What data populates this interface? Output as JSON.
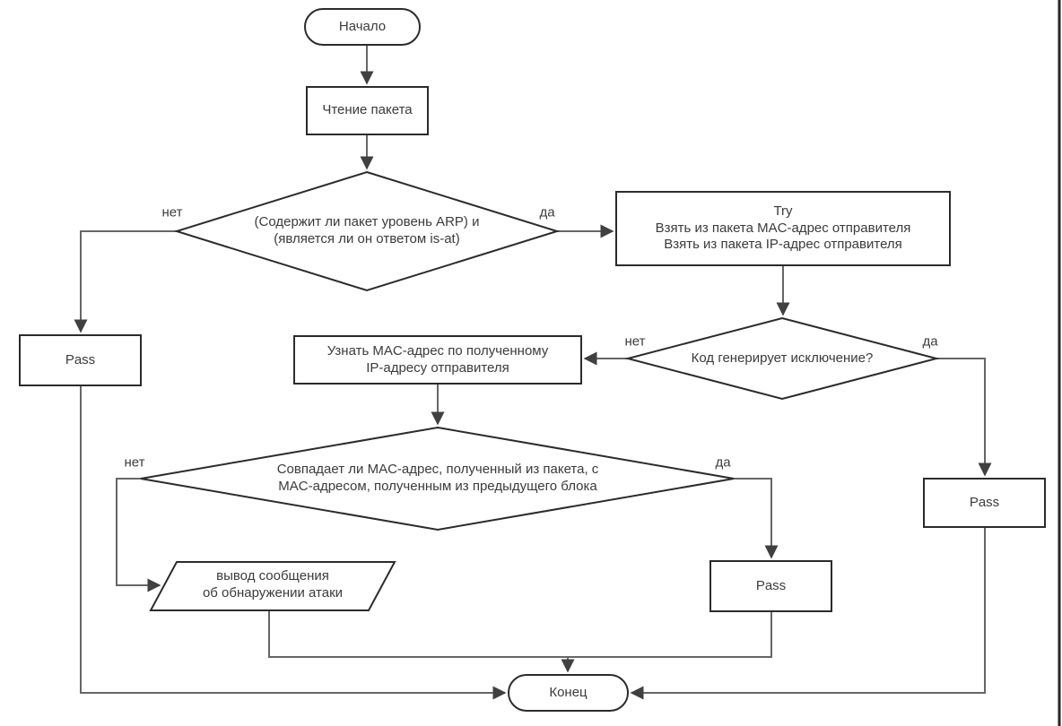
{
  "diagram": {
    "colors": {
      "background": "#ffffff",
      "shape_stroke": "#2b2b2b",
      "connector": "#666666",
      "text": "#3b3b3b"
    },
    "nodes": {
      "start": {
        "type": "terminator",
        "label": "Начало"
      },
      "read_packet": {
        "type": "process",
        "label": "Чтение пакета"
      },
      "decision_arp": {
        "type": "decision",
        "label": "(Содержит ли пакет уровень ARP) и\n(является ли он ответом is-at)"
      },
      "try_block": {
        "type": "process",
        "label": "Try\nВзять из пакета MAC-адрес отправителя\nВзять из пакета IP-адрес отправителя"
      },
      "decision_exception": {
        "type": "decision",
        "label": "Код генерирует исключение?"
      },
      "lookup_mac": {
        "type": "process",
        "label": "Узнать MAC-адрес по полученному\nIP-адресу отправителя"
      },
      "pass_arp_no": {
        "type": "process",
        "label": "Pass"
      },
      "decision_match": {
        "type": "decision",
        "label": "Совпадает ли MAC-адрес, полученный из пакета, с\nMAC-адресом, полученным из предыдущего блока"
      },
      "output_attack": {
        "type": "input-output",
        "label": "вывод сообщения\nоб обнаружении атаки"
      },
      "pass_match_yes": {
        "type": "process",
        "label": "Pass"
      },
      "pass_exception_yes": {
        "type": "process",
        "label": "Pass"
      },
      "end": {
        "type": "terminator",
        "label": "Конец"
      }
    },
    "edge_labels": {
      "arp_no": "нет",
      "arp_yes": "да",
      "exception_no": "нет",
      "exception_yes": "да",
      "match_no": "нет",
      "match_yes": "да"
    }
  }
}
